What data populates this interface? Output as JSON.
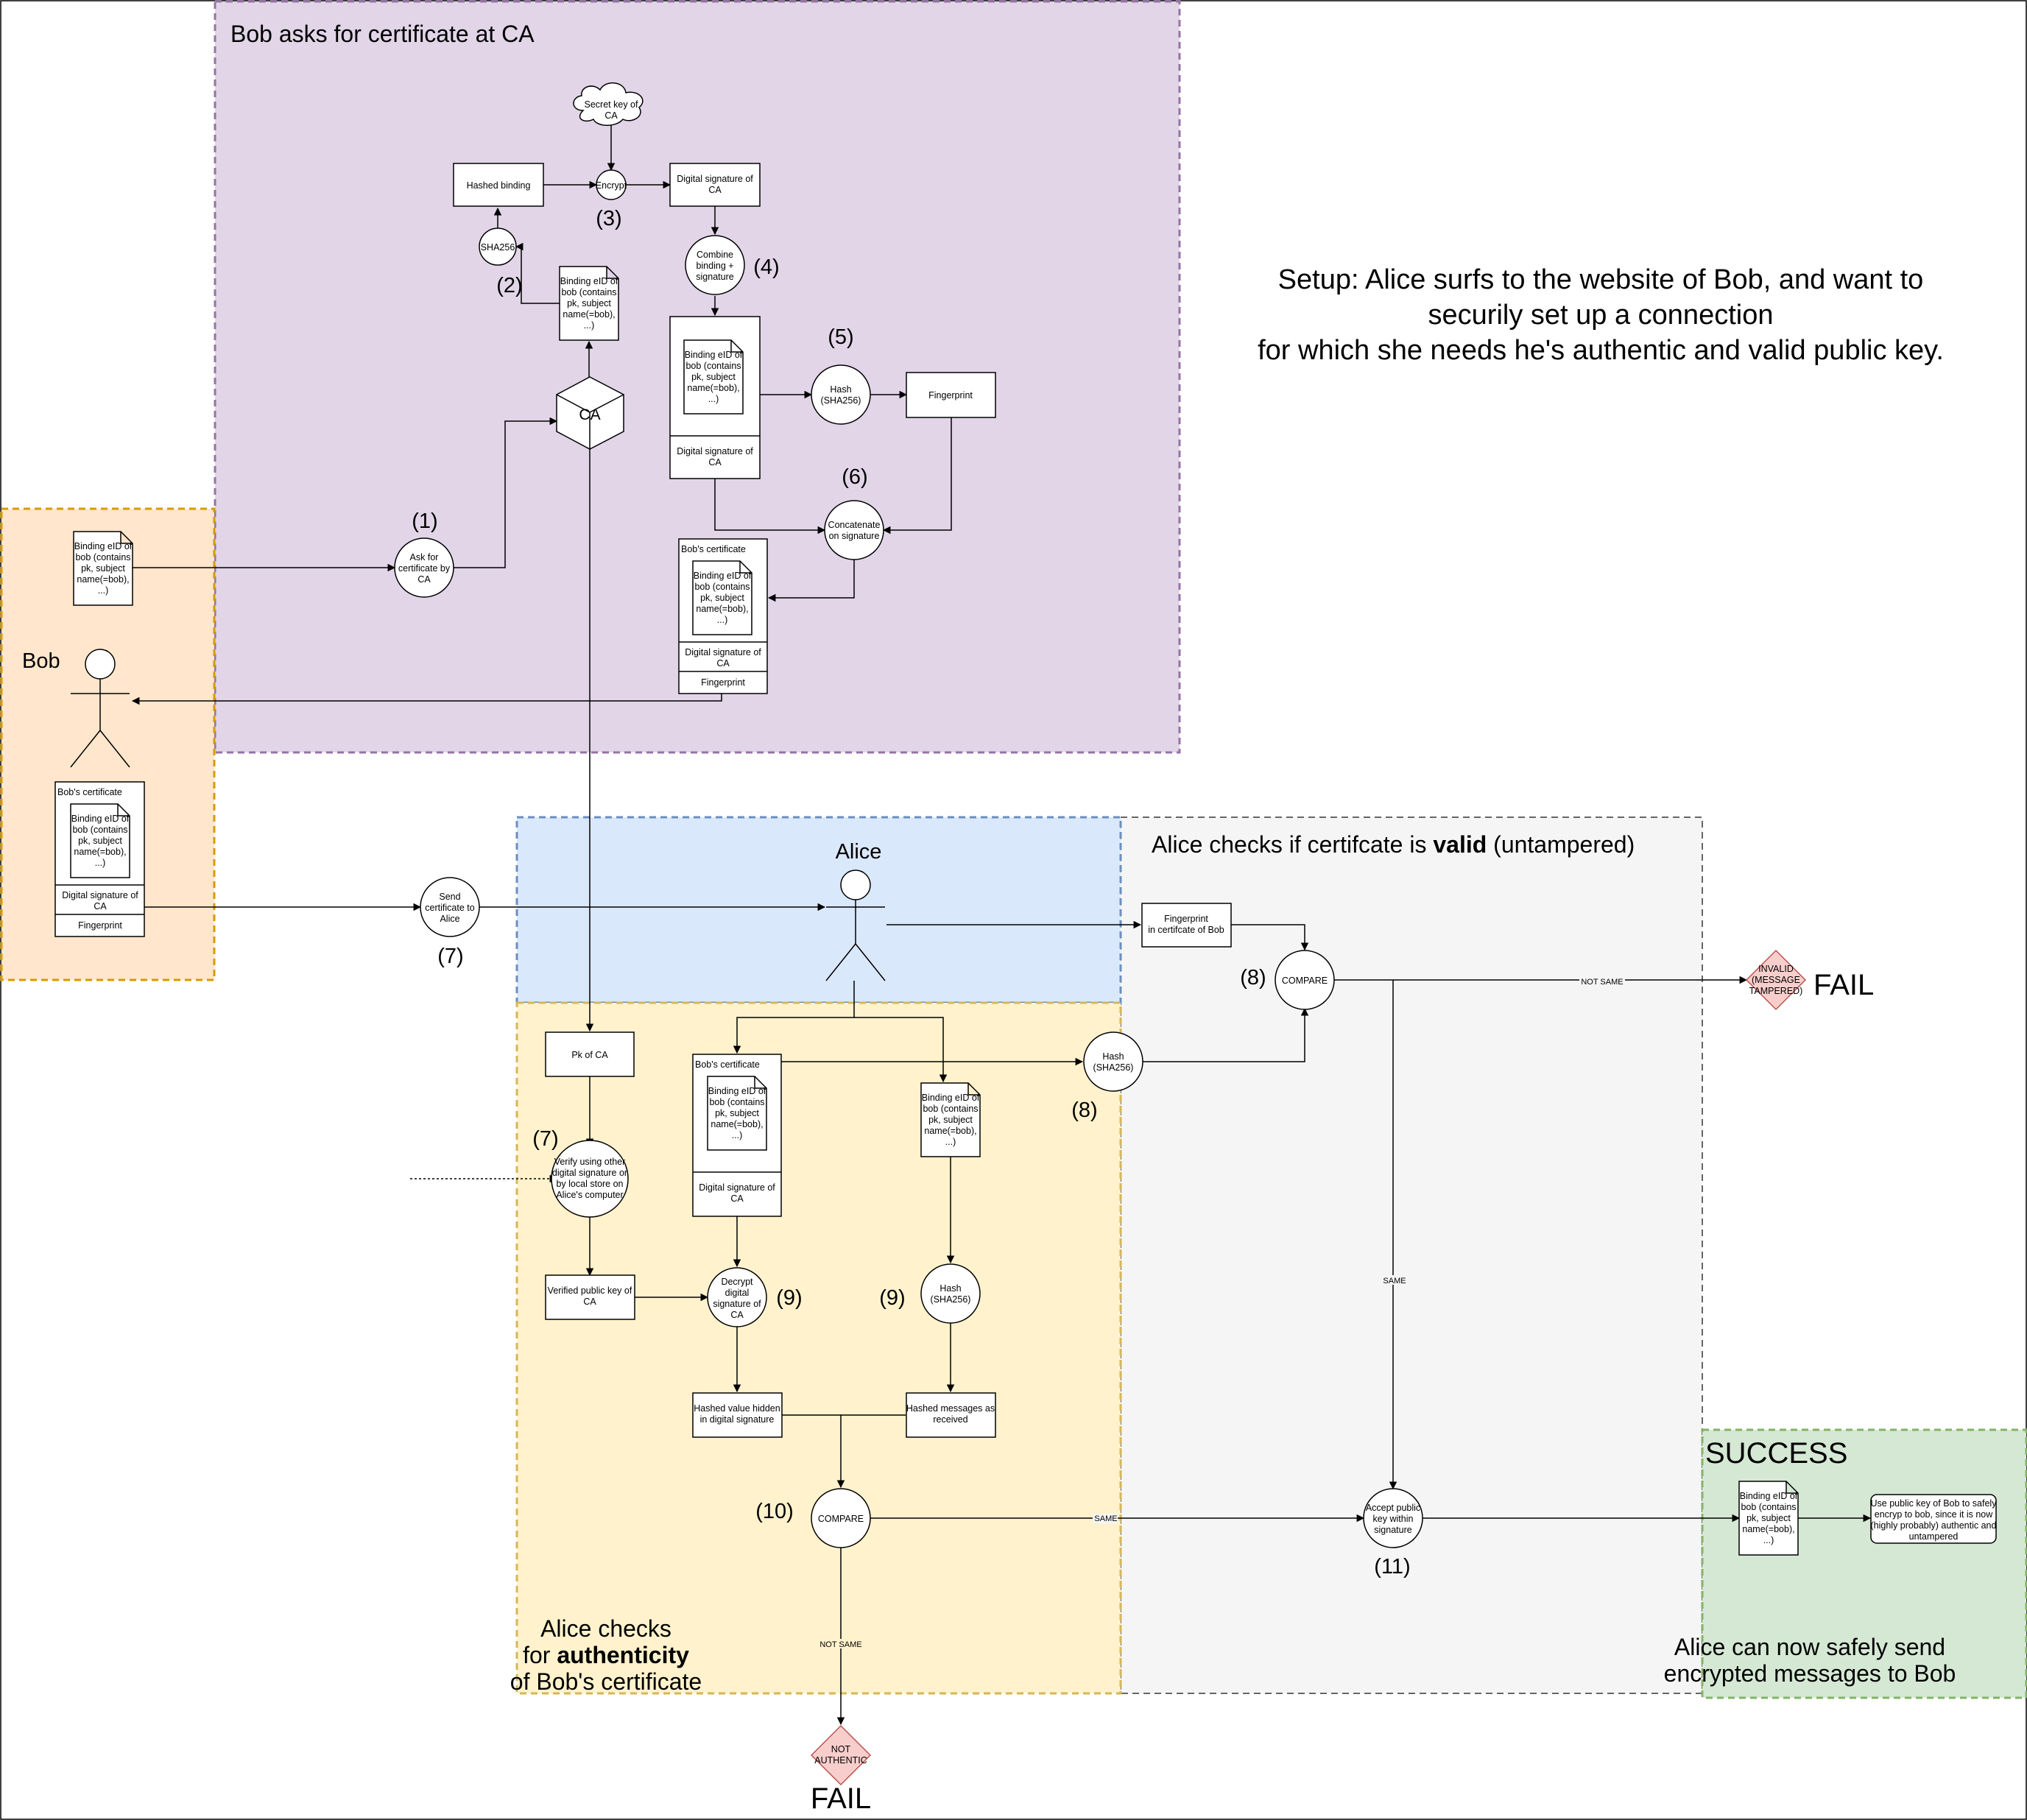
{
  "colors": {
    "ca_region": "#e1d5e7",
    "ca_border": "#9673a6",
    "bob_region": "#ffe6cc",
    "bob_border": "#d79b00",
    "alice_region": "#dae8fc",
    "alice_border": "#6c8ebf",
    "auth_region": "#fff2cc",
    "auth_border": "#d6b656",
    "valid_region": "#f5f5f5",
    "valid_border": "#666666",
    "success_region": "#d5e8d4",
    "success_border": "#82b366",
    "fail_fill": "#f8cecc",
    "fail_border": "#b85450"
  },
  "regions": {
    "ca_title": "Bob asks for certificate at CA",
    "valid_title_pre": "Alice checks if certifcate is ",
    "valid_title_bold": "valid",
    "valid_title_post": " (untampered)",
    "auth_title_1": "Alice checks",
    "auth_title_2_pre": "for ",
    "auth_title_2_bold": "authenticity",
    "auth_title_3": "of Bob's certificate",
    "success_title": "SUCCESS",
    "success_text_1": "Alice can now safely send",
    "success_text_2": "encrypted messages to Bob"
  },
  "setup": [
    "Setup: Alice surfs to the website of Bob, and want to",
    "securily set up a connection",
    "for which she needs he's authentic and valid public key."
  ],
  "actors": {
    "bob": "Bob",
    "alice": "Alice",
    "ca": "CA"
  },
  "binding_doc": [
    "Binding eID of",
    "bob (contains",
    "pk, subject",
    "name(=bob),",
    "...)"
  ],
  "cert": {
    "title": "Bob's certificate",
    "sig": [
      "Digital signature of",
      "CA"
    ],
    "fingerprint": "Fingerprint"
  },
  "nodes": {
    "secret_key": [
      "Secret key of",
      "CA"
    ],
    "hashed_binding": "Hashed binding",
    "encrypt": "Encrypt",
    "digital_signature_ca": [
      "Digital signature of",
      "CA"
    ],
    "sha256": "SHA256",
    "combine": [
      "Combine",
      "binding +",
      "signature"
    ],
    "hash_sha256": [
      "Hash",
      "(SHA256)"
    ],
    "fingerprint": "Fingerprint",
    "concatenate": [
      "Concatenate",
      "on signature"
    ],
    "ask": [
      "Ask for",
      "certificate by",
      "CA"
    ],
    "send": [
      "Send",
      "certificate to",
      "Alice"
    ],
    "fingerprint_in_cert": [
      "Fingerprint",
      "in certifcate of Bob"
    ],
    "compare": "COMPARE",
    "invalid": [
      "INVALID",
      "(MESSAGE",
      "TAMPERED)"
    ],
    "pk_ca": "Pk of CA",
    "verify": [
      "Verify using other",
      "digital signature or",
      "by local store on",
      "Alice's computer"
    ],
    "verified_pk": [
      "Verified public key of",
      "CA"
    ],
    "decrypt": [
      "Decrypt",
      "digital",
      "signature of",
      "CA"
    ],
    "hashed_hidden": [
      "Hashed value hidden",
      "in digital signature"
    ],
    "hashed_received": [
      "Hashed messages as",
      "received"
    ],
    "accept": [
      "Accept public",
      "key within",
      "signature"
    ],
    "not_authentic": [
      "NOT",
      "AUTHENTIC"
    ],
    "use_pk": [
      "Use public key of Bob to safely",
      "encryp to bob, since it is now",
      "(highly probably) authentic and",
      "untampered"
    ]
  },
  "steps": {
    "s1": "(1)",
    "s2": "(2)",
    "s3": "(3)",
    "s4": "(4)",
    "s5": "(5)",
    "s6": "(6)",
    "s7a": "(7)",
    "s7b": "(7)",
    "s8a": "(8)",
    "s8b": "(8)",
    "s9a": "(9)",
    "s9b": "(9)",
    "s10": "(10)",
    "s11": "(11)"
  },
  "edges": {
    "not_same": "NOT SAME",
    "same": "SAME"
  },
  "fail": "FAIL"
}
